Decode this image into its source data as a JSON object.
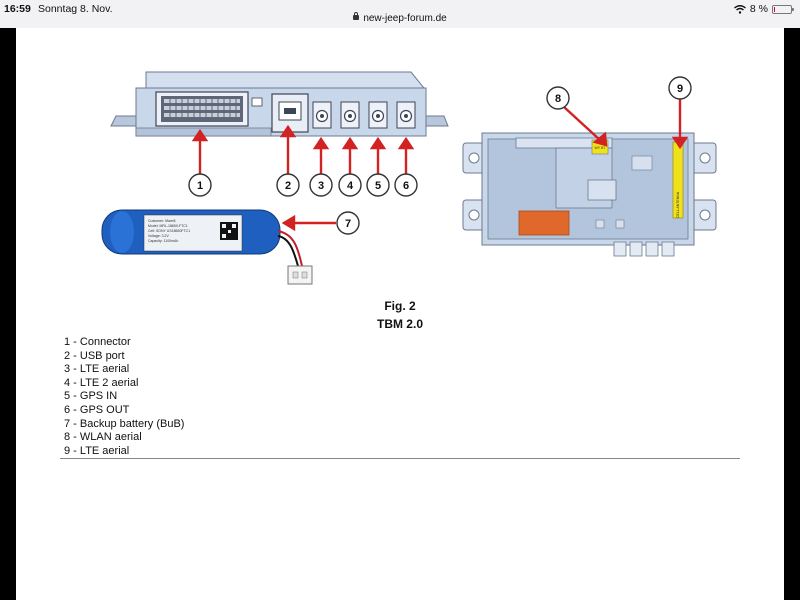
{
  "status_bar": {
    "time": "16:59",
    "date": "Sonntag 8. Nov.",
    "url": "new-jeep-forum.de",
    "battery_percent": "8 %",
    "battery_level": 0.08
  },
  "figure": {
    "label": "Fig. 2",
    "title": "TBM 2.0"
  },
  "callouts": [
    "1",
    "2",
    "3",
    "4",
    "5",
    "6",
    "7",
    "8",
    "9"
  ],
  "legend": [
    "1 - Connector",
    "2 - USB port",
    "3 - LTE aerial",
    "4 - LTE 2 aerial",
    "5 - GPS IN",
    "6 - GPS OUT",
    "7 - Backup battery (BuB)",
    "8 - WLAN aerial",
    "9 - LTE aerial"
  ],
  "module_label": {
    "antenna_label": "CELL ANTENNA",
    "wlan_tag": "WY BT"
  },
  "battery_label": {
    "line1": "Customer: Marelli",
    "line2": "Model: MRL-18650-FTC1",
    "line3": "Cell: SONY US18650FTC1",
    "line4": "Voltage: 3.2V",
    "line5": "Capacity: 1100mAh"
  },
  "colors": {
    "accent_red": "#d22222",
    "housing_blue": "#c9d7ea",
    "battery_blue": "#1f5fbf",
    "label_yellow": "#f1e11b",
    "pad_orange": "#e0682a"
  }
}
